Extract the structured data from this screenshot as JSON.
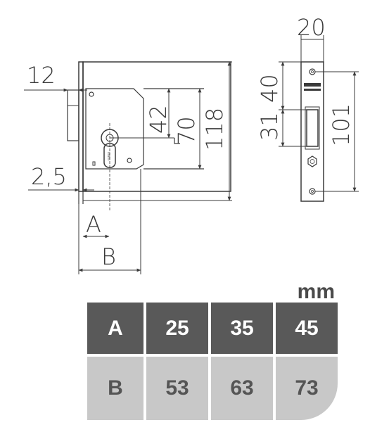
{
  "dimensions": {
    "width_12": "12",
    "offset_2_5": "2,5",
    "backset_a": "A",
    "backset_b": "B",
    "height_42": "42",
    "height_70": "70",
    "height_118": "118",
    "faceplate_20": "20",
    "height_40": "40",
    "height_31": "31",
    "height_101": "101"
  },
  "table": {
    "unit": "mm",
    "rows": [
      {
        "label": "A",
        "values": [
          "25",
          "35",
          "45"
        ]
      },
      {
        "label": "B",
        "values": [
          "53",
          "63",
          "73"
        ]
      }
    ]
  },
  "colors": {
    "header_row": "#595959",
    "second_row": "#c8c8c8",
    "line": "#3a3a3a"
  }
}
